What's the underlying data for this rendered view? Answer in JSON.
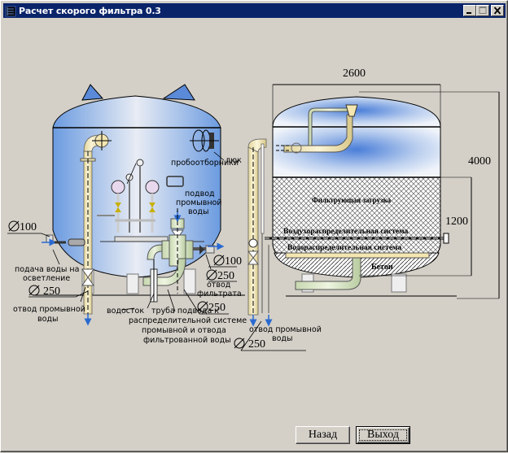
{
  "window": {
    "title": "Расчет скорого фильтра 0.3",
    "controls": {
      "minimize": "_",
      "maximize": "□",
      "close": "✕"
    }
  },
  "diagram": {
    "left_filter": {
      "labels": {
        "sampling": "пробоотборники",
        "hatch": "люк",
        "wash_supply_1": "подвод",
        "wash_supply_2": "промывной",
        "wash_supply_3": "воды",
        "feed_1": "подача воды на",
        "feed_2": "осветление",
        "wash_drain_1": "отвод промывной",
        "wash_drain_2": "воды",
        "drain": "водосток",
        "pipe_1": "труба подвода к",
        "pipe_2": "распределительной системе",
        "pipe_3": "промывной и отвода",
        "pipe_4": "фильтрованной воды",
        "filtrate_1": "отвод",
        "filtrate_2": "фильтрата"
      },
      "diameters": {
        "feed": "100",
        "wash_drain": "250",
        "right_top": "100",
        "filtrate": "250",
        "pipe": "250"
      }
    },
    "right_filter": {
      "labels": {
        "media": "Фильтрующая загрузка",
        "air_system": "Воздухораспределительная система",
        "water_system": "Водораспределительная система",
        "concrete": "Бетон",
        "wash_drain_1": "отвод промывной",
        "wash_drain_2": "воды"
      },
      "dimensions": {
        "width": "2600",
        "height": "4000",
        "media_height": "1200"
      },
      "diameters": {
        "wash_drain": "250"
      }
    }
  },
  "buttons": {
    "back": "Назад",
    "exit": "Выход"
  }
}
